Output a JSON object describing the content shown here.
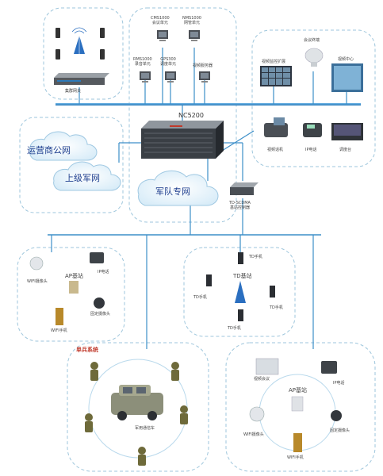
{
  "top_left_zone": {
    "device_label": "集群网关"
  },
  "cms_zone": {
    "cms_label": "CMS1000\n会议单元",
    "nms_label": "NMS1000\n网管单元",
    "rms_label": "RMS1000\n录音单元",
    "gps_label": "GPS300\n调度单元",
    "video_label": "视频服务器"
  },
  "video_zone": {
    "terminal_label": "会议终端",
    "monitor_label": "视频监控扩展",
    "center_label": "视频中心",
    "phone_label": "视频话机",
    "ip_phone_label": "IP电话",
    "console_label": "调度台"
  },
  "core": {
    "nc_label": "NC5200"
  },
  "clouds": {
    "carrier_label": "运营商公网",
    "superior_label": "上级军网",
    "military_label": "军队专网"
  },
  "controller": {
    "label": "TD-SCDMA\n基站控制器"
  },
  "ap_left": {
    "ap_label": "AP基站",
    "wifi_camera": "WIFI摄像头",
    "ip_phone": "IP电话",
    "fixed_camera": "固定摄像头",
    "wifi_phone": "WIFI手机"
  },
  "td_zone": {
    "td_label": "TD基站",
    "phone_top": "TD手机",
    "phone_left": "TD手机",
    "phone_right": "TD手机",
    "phone_bottom": "TD手机"
  },
  "soldier_zone": {
    "title": "单兵系统",
    "vehicle_label": "军用通信车"
  },
  "ap_right": {
    "ap_label": "AP基站",
    "video_conf": "视频会议",
    "ip_phone": "IP电话",
    "wifi_camera": "WIFI摄像头",
    "fixed_camera": "固定摄像头",
    "wifi_phone": "WIFI手机"
  },
  "colors": {
    "bus": "#3d8fc9",
    "zone_border": "#9ec6dc",
    "cloud_text": "#1f3f8f",
    "accent_red": "#c0392b"
  }
}
